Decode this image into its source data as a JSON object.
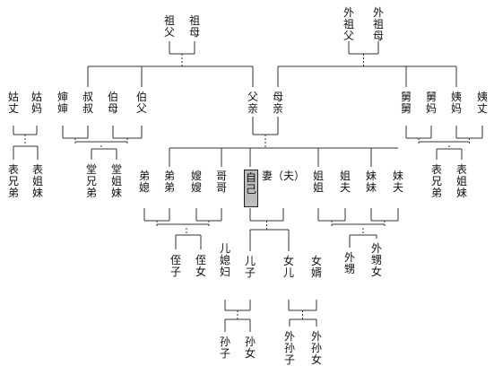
{
  "colors": {
    "line": "#333333",
    "text": "#111111",
    "self_fill": "#bdbdbd"
  },
  "labels": {
    "grandfather": "祖父",
    "grandmother": "祖母",
    "maternal_grandfather": "外祖父",
    "maternal_grandmother": "外祖母",
    "paternal_aunt_husband": "姑丈",
    "paternal_aunt": "姑妈",
    "uncle_younger_wife": "婶婶",
    "uncle_younger": "叔叔",
    "uncle_elder_wife": "伯母",
    "uncle_elder": "伯父",
    "father": "父亲",
    "mother": "母亲",
    "maternal_uncle": "舅舅",
    "maternal_uncle_wife": "舅妈",
    "maternal_aunt": "姨妈",
    "maternal_aunt_husband": "姨丈",
    "cousin_paternal_aunt": "表兄弟",
    "cousin_paternal_aunt_f": "表姐妹",
    "cousin_paternal": "堂兄弟",
    "cousin_paternal_f": "堂姐妹",
    "younger_brother_wife": "弟媳",
    "younger_brother": "弟弟",
    "elder_brother_wife": "嫂嫂",
    "elder_brother": "哥哥",
    "self": "自己",
    "spouse": "妻（夫）",
    "elder_sister": "姐姐",
    "elder_sister_husband": "姐夫",
    "younger_sister": "妹妹",
    "younger_sister_husband": "妹夫",
    "cousin_maternal": "表兄弟",
    "cousin_maternal_f": "表姐妹",
    "nephew": "侄子",
    "niece": "侄女",
    "daughter_in_law": "儿媳妇",
    "son": "儿子",
    "daughter": "女儿",
    "son_in_law": "女婿",
    "nephew_sister": "外甥",
    "niece_sister": "外甥女",
    "grandson": "孙子",
    "granddaughter": "孙女",
    "grandson_daughter": "外孙子",
    "granddaughter_daughter": "外孙女"
  }
}
